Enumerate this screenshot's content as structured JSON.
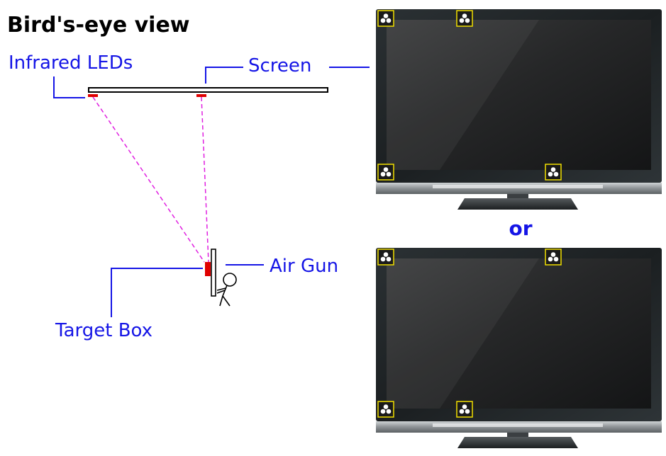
{
  "title": "Bird's-eye view",
  "labels": {
    "infrared_leds": "Infrared LEDs",
    "screen": "Screen",
    "air_gun": "Air Gun",
    "target_box": "Target Box",
    "or": "or"
  },
  "colors": {
    "label_blue": "#1515e6",
    "title_black": "#000000",
    "led_red": "#e00000",
    "beam_magenta": "#e020e0",
    "tv_frame": "#1e2326",
    "tv_glass": "#2a2c2e",
    "led_marker_border": "#f2e000"
  },
  "icons": [
    "led-cluster-icon",
    "stick-figure-icon"
  ]
}
